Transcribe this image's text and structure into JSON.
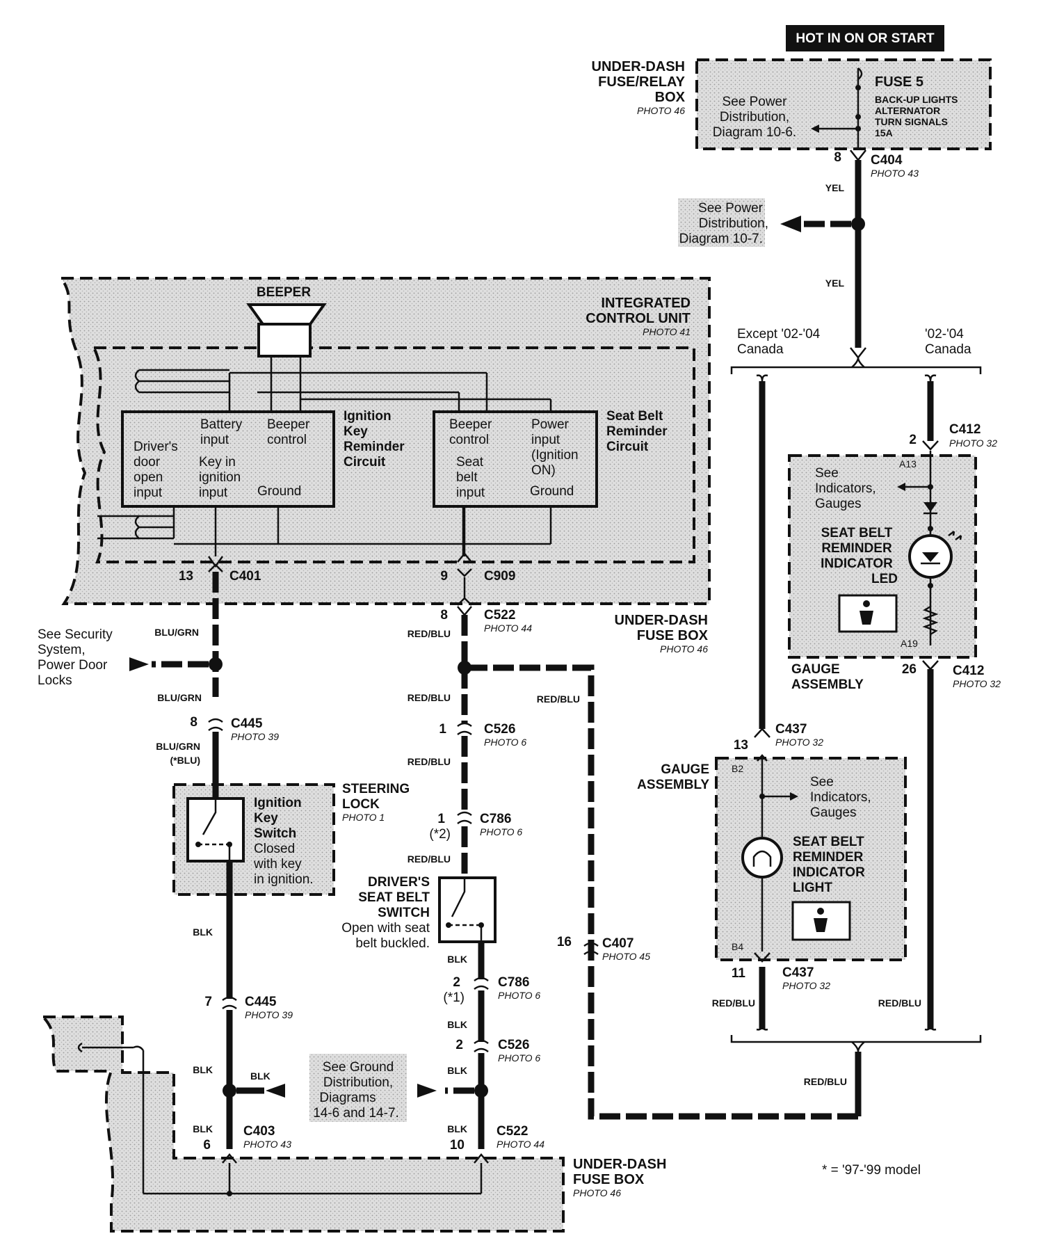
{
  "hot_label": "HOT IN ON OR START",
  "fuse_box_top": {
    "title_lines": [
      "UNDER-DASH",
      "FUSE/RELAY",
      "BOX"
    ],
    "photo": "PHOTO 46"
  },
  "fuse5": {
    "title": "FUSE 5",
    "lines": [
      "BACK-UP LIGHTS",
      "ALTERNATOR",
      "TURN SIGNALS",
      "15A"
    ]
  },
  "see_power_106": [
    "See Power",
    "Distribution,",
    "Diagram 10-6."
  ],
  "c404": {
    "pin": "8",
    "name": "C404",
    "photo": "PHOTO 43"
  },
  "see_power_107": [
    "See Power",
    "Distribution,",
    "Diagram 10-7."
  ],
  "wire_yel": "YEL",
  "icu": {
    "title_lines": [
      "INTEGRATED",
      "CONTROL UNIT"
    ],
    "photo": "PHOTO 41",
    "beeper": "BEEPER"
  },
  "ikr": {
    "title_lines": [
      "Ignition",
      "Key",
      "Reminder",
      "Circuit"
    ],
    "driver_door": [
      "Driver's",
      "door",
      "open",
      "input"
    ],
    "battery": [
      "Battery",
      "input"
    ],
    "beeper_ctrl": [
      "Beeper",
      "control"
    ],
    "key_in": [
      "Key in",
      "ignition",
      "input"
    ],
    "ground": "Ground"
  },
  "sbr": {
    "title_lines": [
      "Seat Belt",
      "Reminder",
      "Circuit"
    ],
    "beeper_ctrl": [
      "Beeper",
      "control"
    ],
    "power": [
      "Power",
      "input",
      "(Ignition",
      "ON)"
    ],
    "seat_belt": [
      "Seat",
      "belt",
      "input"
    ],
    "ground": "Ground"
  },
  "c401": {
    "pin": "13",
    "name": "C401"
  },
  "c909": {
    "pin": "9",
    "name": "C909"
  },
  "c522_top": {
    "pin": "8",
    "name": "C522",
    "photo": "PHOTO 44"
  },
  "fuse_box_mid": {
    "title_lines": [
      "UNDER-DASH",
      "FUSE BOX"
    ],
    "photo": "PHOTO 46"
  },
  "see_security": [
    "See Security",
    "System,",
    "Power Door",
    "Locks"
  ],
  "wire_blugrn": "BLU/GRN",
  "wire_blugrn_alt": "(*BLU)",
  "wire_redblu": "RED/BLU",
  "wire_blk": "BLK",
  "c445_top": {
    "pin": "8",
    "name": "C445",
    "photo": "PHOTO 39"
  },
  "c526_top": {
    "pin": "1",
    "name": "C526",
    "photo": "PHOTO 6"
  },
  "steering_lock": {
    "title_lines": [
      "STEERING",
      "LOCK"
    ],
    "photo": "PHOTO 1"
  },
  "ign_switch": {
    "title_lines": [
      "Ignition",
      "Key",
      "Switch"
    ],
    "desc_lines": [
      "Closed",
      "with key",
      "in ignition."
    ]
  },
  "c786_top": {
    "pin": "1",
    "alt": "(*2)",
    "name": "C786",
    "photo": "PHOTO 6"
  },
  "seat_switch": {
    "title_lines": [
      "DRIVER'S",
      "SEAT BELT",
      "SWITCH"
    ],
    "desc_lines": [
      "Open with seat",
      "belt buckled."
    ]
  },
  "c407": {
    "pin": "16",
    "name": "C407",
    "photo": "PHOTO 45"
  },
  "c786_bot": {
    "pin": "2",
    "alt": "(*1)",
    "name": "C786",
    "photo": "PHOTO 6"
  },
  "c445_bot": {
    "pin": "7",
    "name": "C445",
    "photo": "PHOTO 39"
  },
  "c526_bot": {
    "pin": "2",
    "name": "C526",
    "photo": "PHOTO 6"
  },
  "see_ground": [
    "See Ground",
    "Distribution,",
    "Diagrams",
    "14-6 and 14-7."
  ],
  "c403": {
    "pin": "6",
    "name": "C403",
    "photo": "PHOTO 43"
  },
  "c522_bot": {
    "pin": "10",
    "name": "C522",
    "photo": "PHOTO 44"
  },
  "fuse_box_bot": {
    "title_lines": [
      "UNDER-DASH",
      "FUSE BOX"
    ],
    "photo": "PHOTO 46"
  },
  "footnote": "* = '97-'99 model",
  "except_canada": [
    "Except '02-'04",
    "Canada"
  ],
  "canada": [
    "'02-'04",
    "Canada"
  ],
  "c412_top": {
    "pin": "2",
    "name": "C412",
    "photo": "PHOTO 32"
  },
  "see_indicators": [
    "See",
    "Indicators,",
    "Gauges"
  ],
  "a13": "A13",
  "a19": "A19",
  "led": {
    "title_lines": [
      "SEAT BELT",
      "REMINDER",
      "INDICATOR",
      "LED"
    ]
  },
  "gauge_assembly": [
    "GAUGE",
    "ASSEMBLY"
  ],
  "c412_bot": {
    "pin": "26",
    "name": "C412",
    "photo": "PHOTO 32"
  },
  "c437_top": {
    "pin": "13",
    "name": "C437",
    "photo": "PHOTO 32"
  },
  "b2": "B2",
  "b4": "B4",
  "light": {
    "title_lines": [
      "SEAT BELT",
      "REMINDER",
      "INDICATOR",
      "LIGHT"
    ]
  },
  "c437_bot": {
    "pin": "11",
    "name": "C437",
    "photo": "PHOTO 32"
  }
}
